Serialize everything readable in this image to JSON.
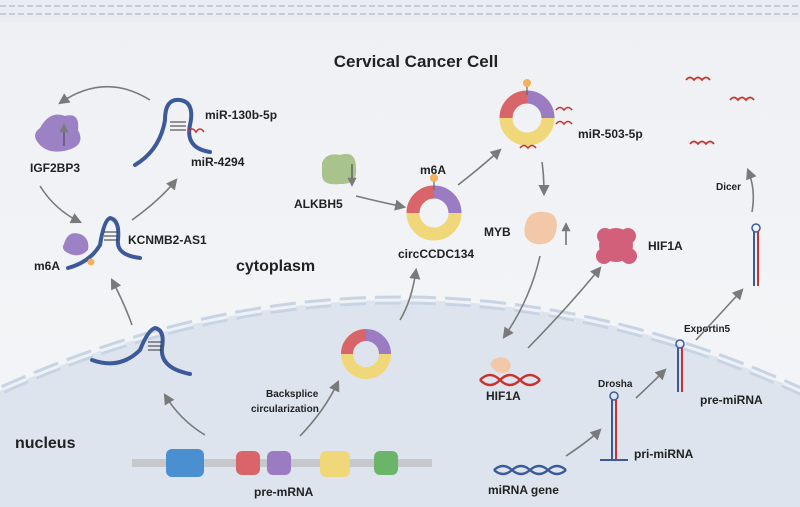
{
  "title": "Cervical Cancer Cell",
  "regions": {
    "cytoplasm": "cytoplasm",
    "nucleus": "nucleus"
  },
  "labels": {
    "igf2bp3": "IGF2BP3",
    "mir130b": "miR-130b-5p",
    "mir4294": "miR-4294",
    "kcnmb2": "KCNMB2-AS1",
    "m6a_left": "m6A",
    "alkbh5": "ALKBH5",
    "m6a_circ": "m6A",
    "circccdc134": "circCCDC134",
    "mir503": "miR-503-5p",
    "myb": "MYB",
    "hif1a_protein": "HIF1A",
    "hif1a_gene": "HIF1A",
    "dicer": "Dicer",
    "exportin5": "Exportin5",
    "drosha": "Drosha",
    "pre_mirna": "pre-miRNA",
    "pri_mirna": "pri-miRNA",
    "mirna_gene": "miRNA gene",
    "backsplice_1": "Backsplice",
    "backsplice_2": "circularization",
    "pre_mrna": "pre-mRNA"
  },
  "colors": {
    "cytoplasm_top": "#f0f1f4",
    "nucleus_fill": "#dde4ee",
    "membrane": "#c8d4e4",
    "rna_blue": "#3c5a99",
    "mirna_red": "#c8332c",
    "igf2bp3_purple": "#9c82c4",
    "alkbh5_green": "#a8c48c",
    "myb_peach": "#f2c8a8",
    "hif1a_pink": "#d2607a",
    "circ_purple": "#9b7cc2",
    "circ_red": "#d9646a",
    "circ_yellow": "#f0d77a",
    "m6a_orange": "#f2b25c",
    "arrow_gray": "#7a7a7a"
  },
  "exons": [
    {
      "color": "#4a8fd0"
    },
    {
      "color": "#d9646a"
    },
    {
      "color": "#9b7cc2"
    },
    {
      "color": "#f0d77a"
    },
    {
      "color": "#6ab56a"
    }
  ]
}
